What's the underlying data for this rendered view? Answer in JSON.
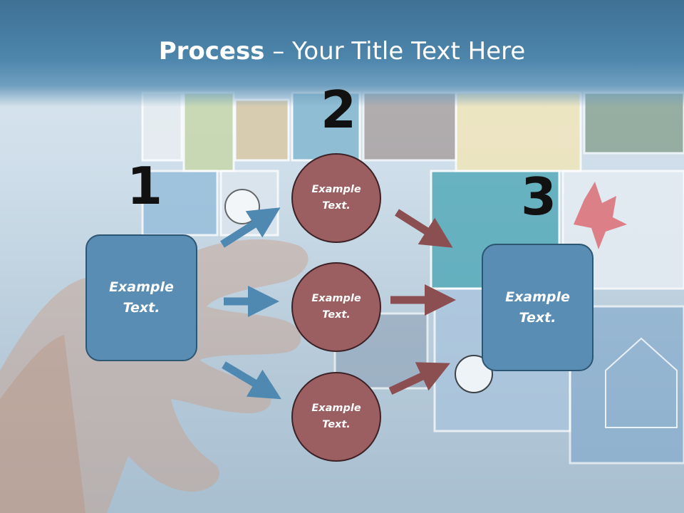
{
  "title": {
    "bold": "Process",
    "rest": " – Your Title Text Here"
  },
  "steps": [
    "1",
    "2",
    "3"
  ],
  "left_box": {
    "line1": "Example",
    "line2": "Text."
  },
  "circles": [
    {
      "line1": "Example",
      "line2": "Text."
    },
    {
      "line1": "Example",
      "line2": "Text."
    },
    {
      "line1": "Example",
      "line2": "Text."
    }
  ],
  "right_box": {
    "line1": "Example",
    "line2": "Text."
  },
  "colors": {
    "title_band": "#4d85ab",
    "box_fill": "#5a8db3",
    "circle_fill": "#9b5e61",
    "blue_arrow": "#4f88b0",
    "red_arrow": "#8b4f52"
  }
}
